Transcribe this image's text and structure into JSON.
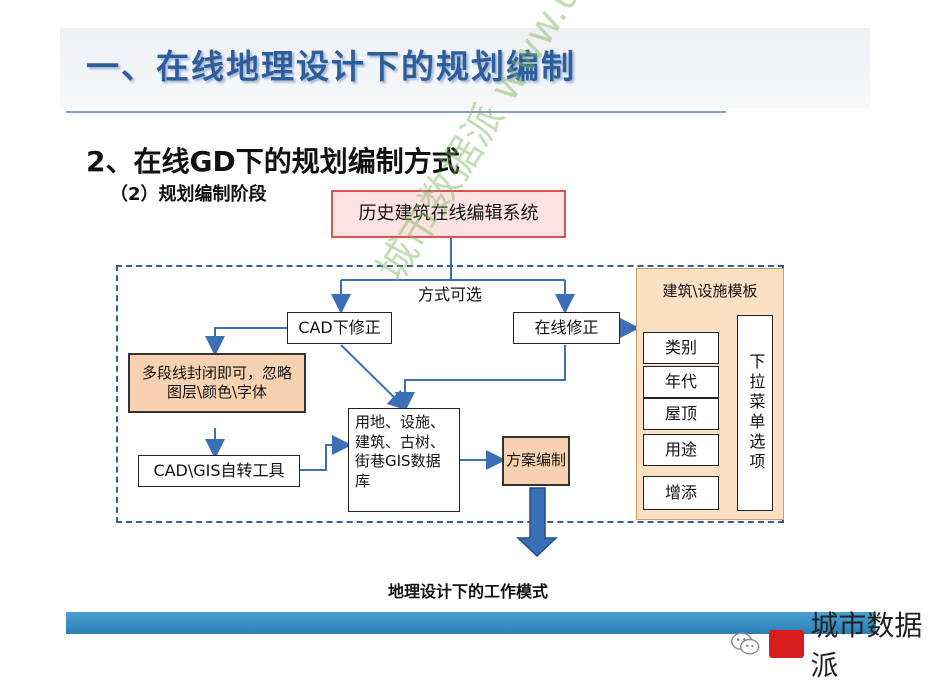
{
  "slide": {
    "title": "一、在线地理设计下的规划编制",
    "subtitle": "2、在线GD下的规划编制方式",
    "stage": "（2）规划编制阶段"
  },
  "diagram": {
    "top_system": "历史建筑在线编辑系统",
    "mode_label": "方式可选",
    "cad_fix": "CAD下修正",
    "online_fix": "在线修正",
    "polyline_note": "多段线封闭即可，忽略图层\\颜色\\字体",
    "cad_gis_tool": "CAD\\GIS自转工具",
    "gis_db": "用地、设施、建筑、古树、街巷GIS数据库",
    "plan_compile": "方案编制",
    "caption": "地理设计下的工作模式",
    "template": {
      "title": "建筑\\设施模板",
      "items": [
        "类别",
        "年代",
        "屋顶",
        "用途"
      ],
      "add": "增添",
      "dropdown": "下拉菜单选项"
    }
  },
  "watermark": "城市数据派 www.udparty.com",
  "brand": {
    "name": "城市数据派"
  },
  "colors": {
    "title_blue": "#2f5d9a",
    "frame_blue": "#345f94",
    "arrow_blue": "#3b6fb6",
    "red_border": "#d9534f",
    "orange_fill": "#f8d2b0",
    "footer_blue": "#2b80b8"
  },
  "icons": [
    "wechat-icon",
    "brand-badge-icon"
  ]
}
